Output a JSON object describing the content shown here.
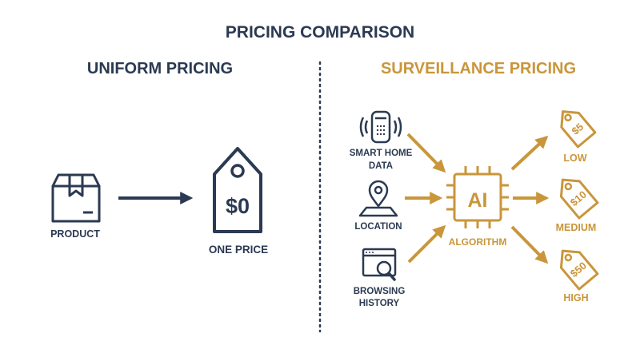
{
  "title": "PRICING COMPARISON",
  "colors": {
    "navy": "#2b3a52",
    "gold": "#c9963a"
  },
  "uniform": {
    "heading": "UNIFORM PRICING",
    "product_label": "PRODUCT",
    "price_tag_text": "$0",
    "price_label": "ONE PRICE"
  },
  "surveillance": {
    "heading": "SURVEILLANCE PRICING",
    "inputs": [
      {
        "label_line1": "SMART HOME",
        "label_line2": "DATA",
        "icon": "smart-speaker-icon"
      },
      {
        "label_line1": "LOCATION",
        "label_line2": "",
        "icon": "location-pin-icon"
      },
      {
        "label_line1": "BROWSING",
        "label_line2": "HISTORY",
        "icon": "browser-search-icon"
      }
    ],
    "algorithm": {
      "chip_text": "AI",
      "label": "ALGORITHM",
      "icon": "ai-chip-icon"
    },
    "outputs": [
      {
        "tag_text": "$5",
        "label": "LOW"
      },
      {
        "tag_text": "$10",
        "label": "MEDIUM"
      },
      {
        "tag_text": "$50",
        "label": "HIGH"
      }
    ]
  }
}
